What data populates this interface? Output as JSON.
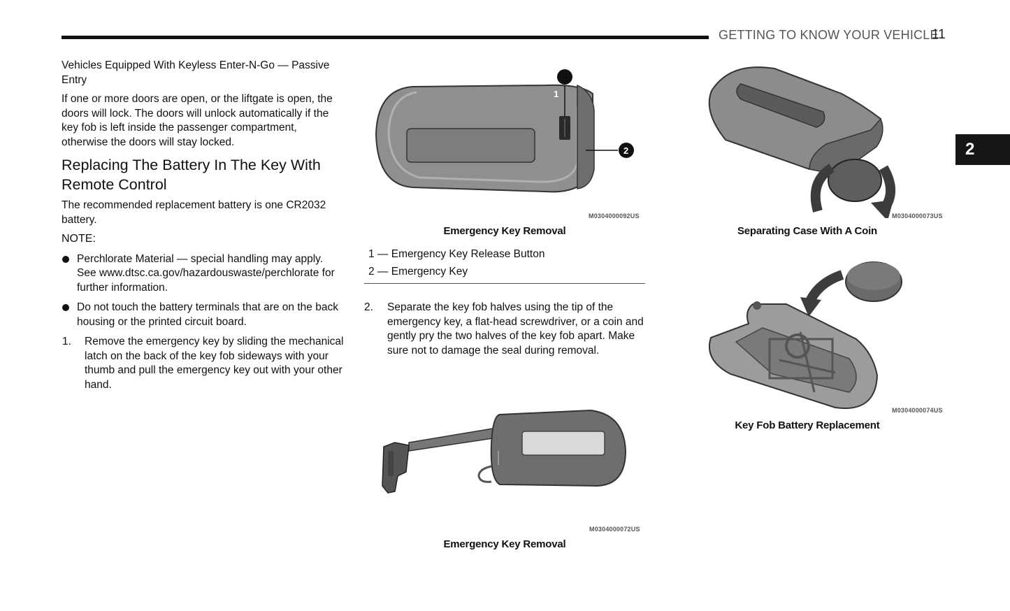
{
  "header": {
    "title": "GETTING TO KNOW YOUR VEHICLE",
    "page_number": "11",
    "chapter_tab": "2"
  },
  "left_column": {
    "subheading": "Vehicles Equipped With Keyless Enter-N-Go — Passive Entry",
    "intro_paragraph": "If one or more doors are open, or the liftgate is open, the doors will lock. The doors will unlock automatically if the key fob is left inside the passenger compartment, otherwise the doors will stay locked.",
    "section_heading": "Replacing The Battery In The Key With Remote Control",
    "battery_paragraph": "The recommended replacement battery is one CR2032 battery.",
    "note_label": "NOTE:",
    "bullets": [
      "Perchlorate Material — special handling may apply. See www.dtsc.ca.gov/hazardouswaste/perchlorate for further information.",
      "Do not touch the battery terminals that are on the back housing or the printed circuit board."
    ],
    "step1": {
      "number": "1.",
      "text": "Remove the emergency key by sliding the mechanical latch on the back of the key fob sideways with your thumb and pull the emergency key out with your other hand."
    }
  },
  "figures": {
    "fig1": {
      "code": "M0304000092US",
      "caption": "Emergency Key Removal",
      "callouts": [
        "1",
        "2"
      ],
      "legend": [
        "1 — Emergency Key Release Button",
        "2 — Emergency Key"
      ]
    },
    "fig2": {
      "code": "M0304000072US",
      "caption": "Emergency Key Removal"
    },
    "fig3": {
      "code": "M0304000073US",
      "caption": "Separating Case With A Coin"
    },
    "fig4": {
      "code": "M0304000074US",
      "caption": "Key Fob Battery Replacement"
    }
  },
  "step2": {
    "number": "2.",
    "text": "Separate the key fob halves using the tip of the emergency key, a flat-head screwdriver, or a coin and gently pry the two halves of the key fob apart. Make sure not to damage the seal during removal."
  }
}
